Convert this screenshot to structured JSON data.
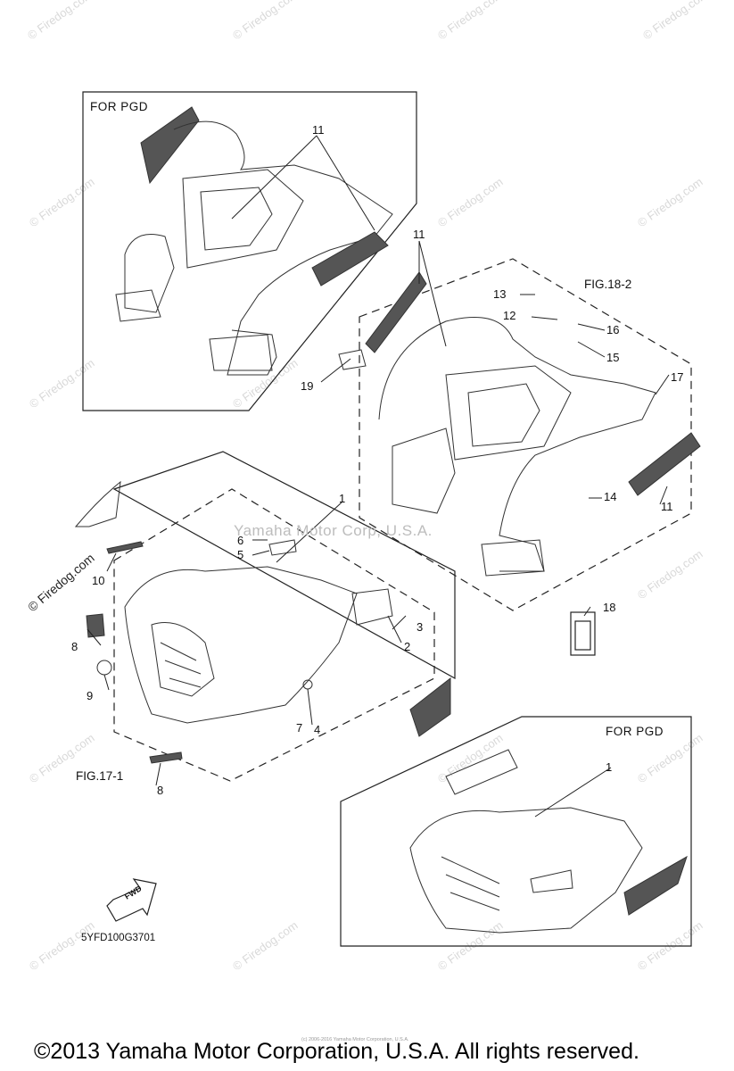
{
  "watermarks": {
    "repeated": "© Firedog.com",
    "center": "Yamaha Motor Corp, U.S.A.",
    "side": "© Firedog.com"
  },
  "boxes": {
    "top_left_title": "FOR PGD",
    "bottom_right_title": "FOR PGD",
    "fig_18": "FIG.18-2",
    "fig_17": "FIG.17-1"
  },
  "callouts": {
    "c11a": "11",
    "c11b": "11",
    "c11c": "11",
    "c13": "13",
    "c12": "12",
    "c16": "16",
    "c15": "15",
    "c17": "17",
    "c14": "14",
    "c19": "19",
    "c1a": "1",
    "c6": "6",
    "c5": "5",
    "c3": "3",
    "c2": "2",
    "c10": "10",
    "c8a": "8",
    "c9": "9",
    "c7": "7",
    "c4": "4",
    "c8b": "8",
    "c18": "18",
    "c1b": "1"
  },
  "fwd_label": "FWD",
  "part_code": "5YFD100G3701",
  "tiny_copyright": "(c) 2006-2016 Yamaha Motor Corporation, U.S.A.",
  "footer": "©2013 Yamaha Motor Corporation, U.S.A. All rights reserved."
}
